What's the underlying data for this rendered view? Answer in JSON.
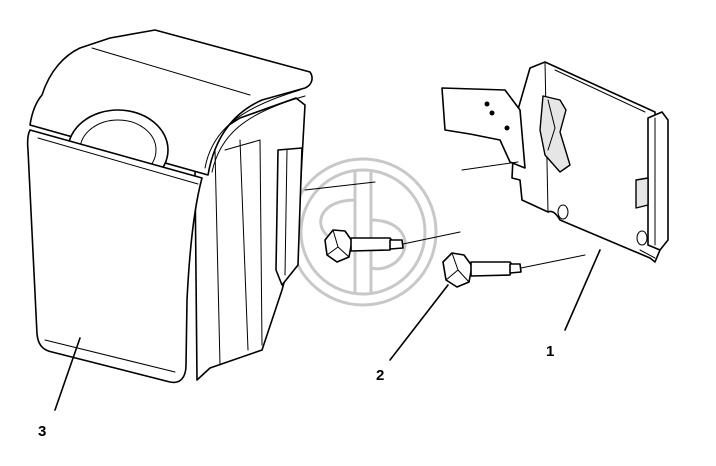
{
  "labels": {
    "part_1": "1",
    "part_2": "2",
    "part_3": "3"
  },
  "colors": {
    "line": "#000000",
    "background": "#ffffff",
    "watermark": "#c8c8c8"
  }
}
